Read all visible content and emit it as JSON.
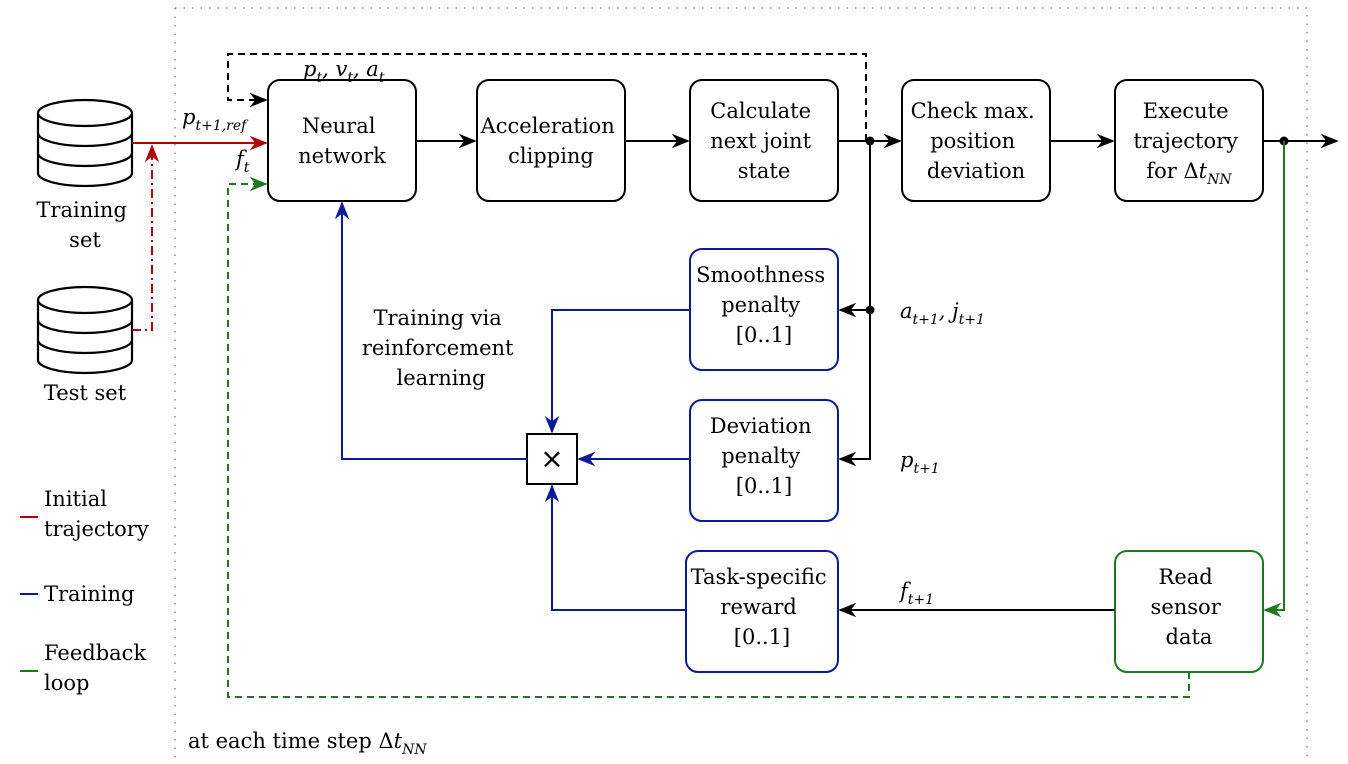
{
  "colors": {
    "black": "#000000",
    "initial_trajectory": "#b00000",
    "training": "#0a1a9a",
    "feedback": "#1f7a1f"
  },
  "databases": {
    "training": [
      "Training",
      "set"
    ],
    "test": [
      "Test set"
    ]
  },
  "boxes": {
    "neural_network": [
      "Neural",
      "network"
    ],
    "acceleration_clipping": [
      "Acceleration",
      "clipping"
    ],
    "calc_next_joint": [
      "Calculate",
      "next joint",
      "state"
    ],
    "check_deviation": [
      "Check max.",
      "position",
      "deviation"
    ],
    "execute": [
      "Execute",
      "trajectory",
      "for Δt_NN"
    ],
    "smoothness": [
      "Smoothness",
      "penalty",
      "[0..1]"
    ],
    "deviation_penalty": [
      "Deviation",
      "penalty",
      "[0..1]"
    ],
    "task_reward": [
      "Task-specific",
      "reward",
      "[0..1]"
    ],
    "read_sensor": [
      "Read",
      "sensor",
      "data"
    ],
    "multiply": "×"
  },
  "signals": {
    "p_ref": "p_{t+1,ref}",
    "f_t": "f_t",
    "pva": "p_t, v_t, a_t",
    "a_j": "a_{t+1}, j_{t+1}",
    "p_next": "p_{t+1}",
    "f_next": "f_{t+1}"
  },
  "training_label": [
    "Training via",
    "reinforcement",
    "learning"
  ],
  "frame_caption": "at each time step Δt_NN",
  "legend": [
    {
      "key": "initial",
      "lines": [
        "Initial",
        "trajectory"
      ]
    },
    {
      "key": "training",
      "lines": [
        "Training"
      ]
    },
    {
      "key": "feedback",
      "lines": [
        "Feedback",
        "loop"
      ]
    }
  ]
}
